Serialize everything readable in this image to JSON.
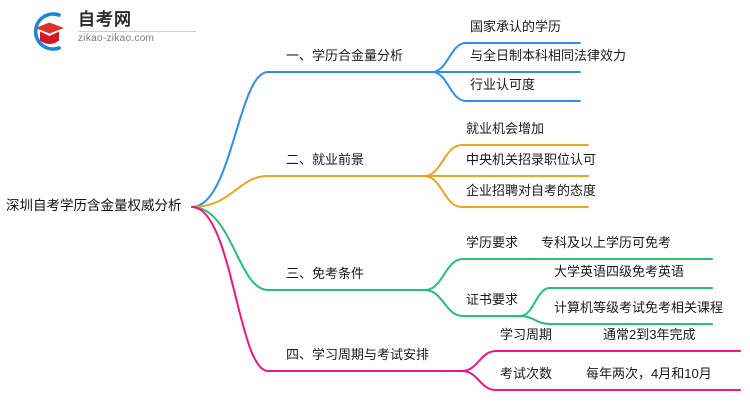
{
  "logo": {
    "name": "zikao-logo",
    "title": "自考网",
    "url": "zikao-zikao.com",
    "mark_colors": {
      "arc": "#1a86d8",
      "cap": "#e03127"
    }
  },
  "mindmap": {
    "root": {
      "label": "深圳自考学历含金量权威分析"
    },
    "colors": {
      "branch1": "#2e8fe8",
      "branch2": "#eca520",
      "branch3": "#22c277",
      "branch4": "#f0157f"
    },
    "branches": [
      {
        "id": "branch-1",
        "color_key": "branch1",
        "label": "一、学历合金量分析",
        "children": [
          {
            "label": "国家承认的学历",
            "children": []
          },
          {
            "label": "与全日制本科相同法律效力",
            "children": []
          },
          {
            "label": "行业认可度",
            "children": []
          }
        ]
      },
      {
        "id": "branch-2",
        "color_key": "branch2",
        "label": "二、就业前景",
        "children": [
          {
            "label": "就业机会增加",
            "children": []
          },
          {
            "label": "中央机关招录职位认可",
            "children": []
          },
          {
            "label": "企业招聘对自考的态度",
            "children": []
          }
        ]
      },
      {
        "id": "branch-3",
        "color_key": "branch3",
        "label": "三、免考条件",
        "children": [
          {
            "label": "学历要求",
            "children": [
              {
                "label": "专科及以上学历可免考"
              }
            ]
          },
          {
            "label": "证书要求",
            "children": [
              {
                "label": "大学英语四级免考英语"
              },
              {
                "label": "计算机等级考试免考相关课程"
              }
            ]
          }
        ]
      },
      {
        "id": "branch-4",
        "color_key": "branch4",
        "label": "四、学习周期与考试安排",
        "children": [
          {
            "label": "学习周期",
            "children": [
              {
                "label": "通常2到3年完成"
              }
            ]
          },
          {
            "label": "考试次数",
            "children": [
              {
                "label": "每年两次，4月和10月"
              }
            ]
          }
        ]
      }
    ]
  }
}
